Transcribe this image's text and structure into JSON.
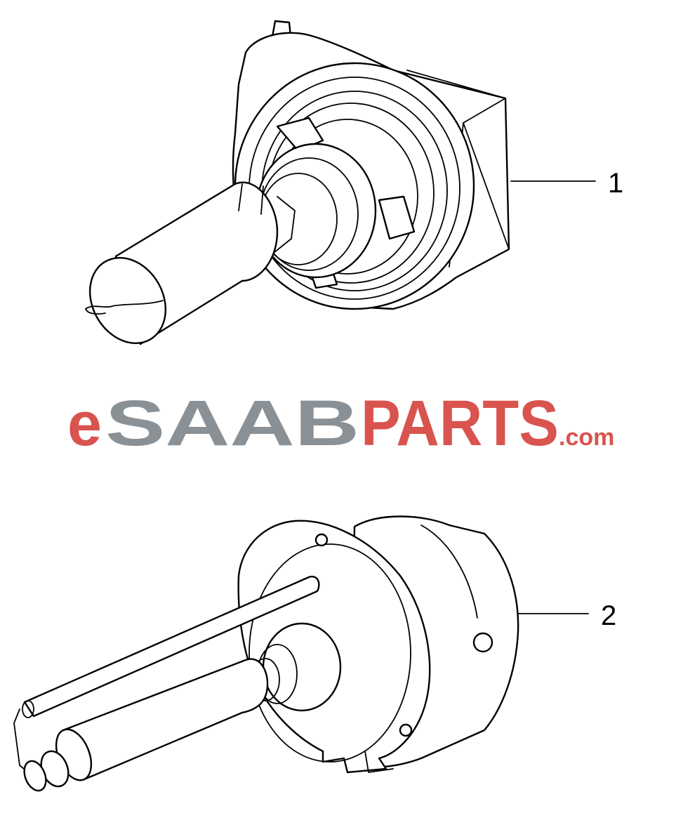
{
  "callouts": [
    {
      "number": "1"
    },
    {
      "number": "2"
    }
  ],
  "watermark": {
    "prefix": "e",
    "middle": "SAAB",
    "suffix": "PARTS",
    "domain": ".com",
    "red_color": "#d9534f",
    "gray_color": "#8a9196"
  }
}
